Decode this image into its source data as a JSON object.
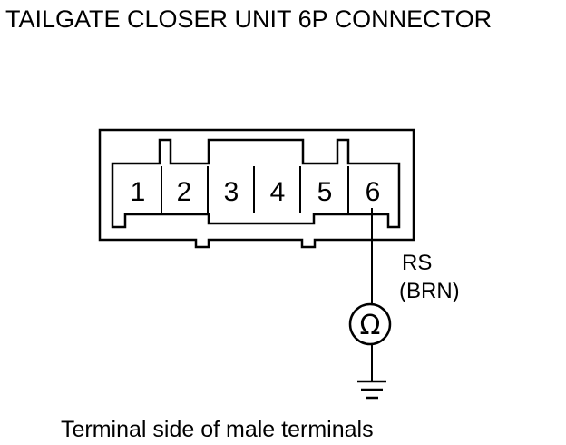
{
  "title": "TAILGATE CLOSER UNIT 6P CONNECTOR",
  "connector": {
    "pins": [
      "1",
      "2",
      "3",
      "4",
      "5",
      "6"
    ],
    "wire_pin": "6"
  },
  "wire": {
    "signal": "RS",
    "color": "(BRN)"
  },
  "meter": {
    "symbol": "Ω",
    "icon": "ohmmeter-icon"
  },
  "ground": {
    "icon": "ground-icon"
  },
  "caption": "Terminal side of male terminals"
}
